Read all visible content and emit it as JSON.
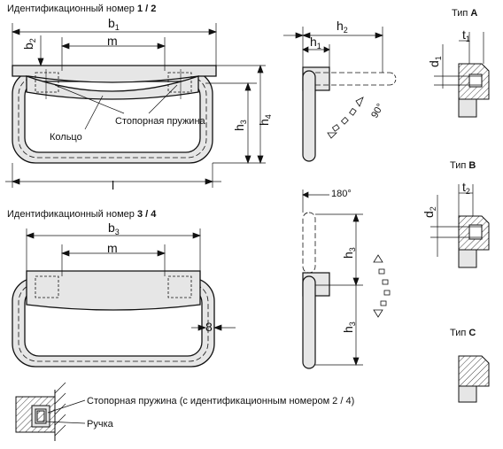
{
  "headings": {
    "id12_prefix": "Идентификационный номер",
    "id12_num": "1 / 2",
    "id34_prefix": "Идентификационный номер",
    "id34_num": "3 / 4"
  },
  "types": {
    "a_prefix": "Тип",
    "a_letter": "A",
    "b_prefix": "Тип",
    "b_letter": "B",
    "c_prefix": "Тип",
    "c_letter": "C"
  },
  "labels": {
    "spring": "Стопорная пружина",
    "ring": "Кольцо",
    "spring_note": "Стопорная пружина (с идентификационным номером 2 / 4)",
    "handle": "Ручка"
  },
  "dims": {
    "b": "b",
    "b1_sub": "1",
    "b2_sub": "2",
    "b3_sub": "3",
    "m1": "m",
    "m2": "m",
    "l": "l",
    "h": "h",
    "h1_sub": "1",
    "h2_sub": "2",
    "h3_sub": "3",
    "h4_sub": "4",
    "d": "d",
    "d1_sub": "1",
    "d2_sub": "2",
    "t": "t",
    "t1_sub": "1",
    "t2_sub": "2",
    "angle90": "90°",
    "angle180": "180°",
    "eight": "8"
  },
  "colors": {
    "line": "#111111",
    "fill": "#e6e6e6",
    "hatch": "#111111"
  }
}
